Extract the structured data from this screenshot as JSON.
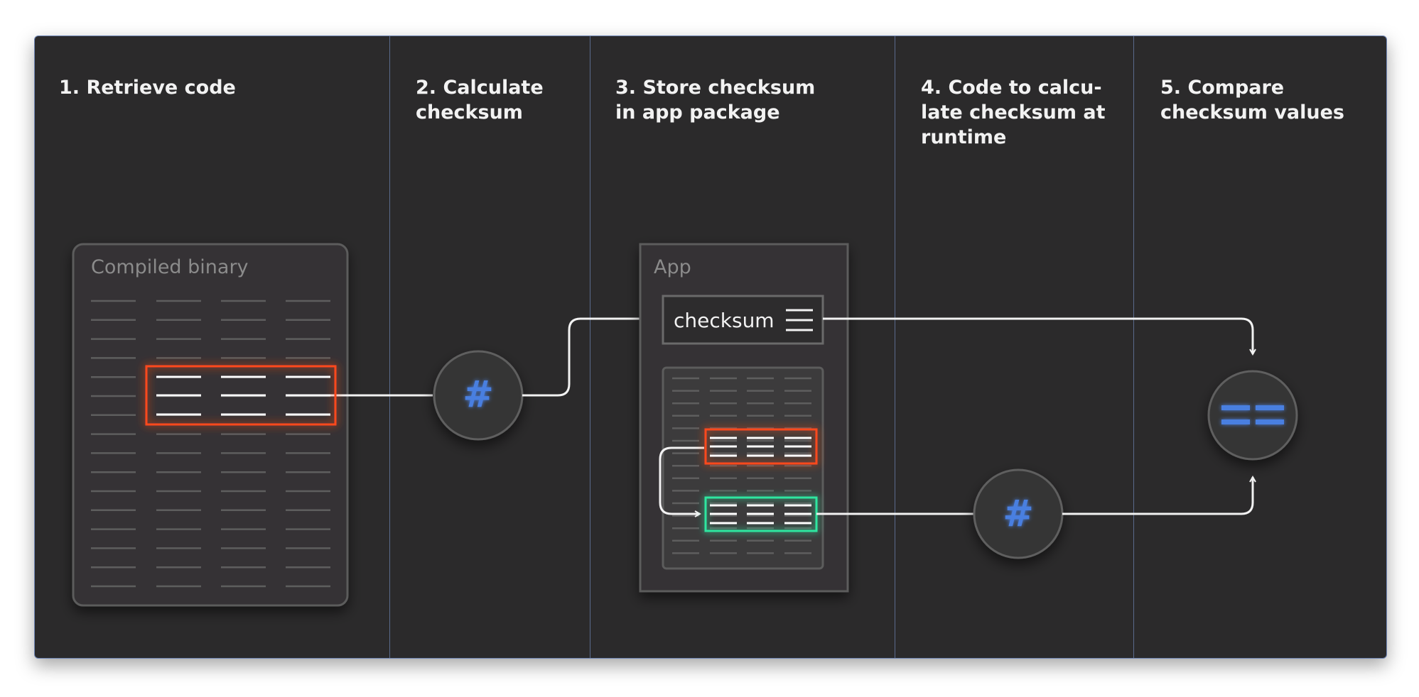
{
  "steps": [
    {
      "title_line1": "1. Retrieve code",
      "title_line2": "",
      "title_line3": ""
    },
    {
      "title_line1": "2. Calculate",
      "title_line2": "checksum",
      "title_line3": ""
    },
    {
      "title_line1": "3. Store checksum",
      "title_line2": "in app package",
      "title_line3": ""
    },
    {
      "title_line1": "4. Code to calcu-",
      "title_line2": "late checksum at",
      "title_line3": "runtime"
    },
    {
      "title_line1": "5. Compare",
      "title_line2": "checksum values",
      "title_line3": ""
    }
  ],
  "binary": {
    "label": "Compiled binary"
  },
  "app": {
    "label": "App",
    "checksum_label": "checksum"
  },
  "hash_symbol": "#",
  "compare_symbol": "==",
  "colors": {
    "panel_bg": "#2b2a2b",
    "accent_blue": "#4a7fe0",
    "highlight_orange": "#ff4a1a",
    "highlight_green": "#2ee6a0",
    "arrow": "#f2f2f2"
  }
}
